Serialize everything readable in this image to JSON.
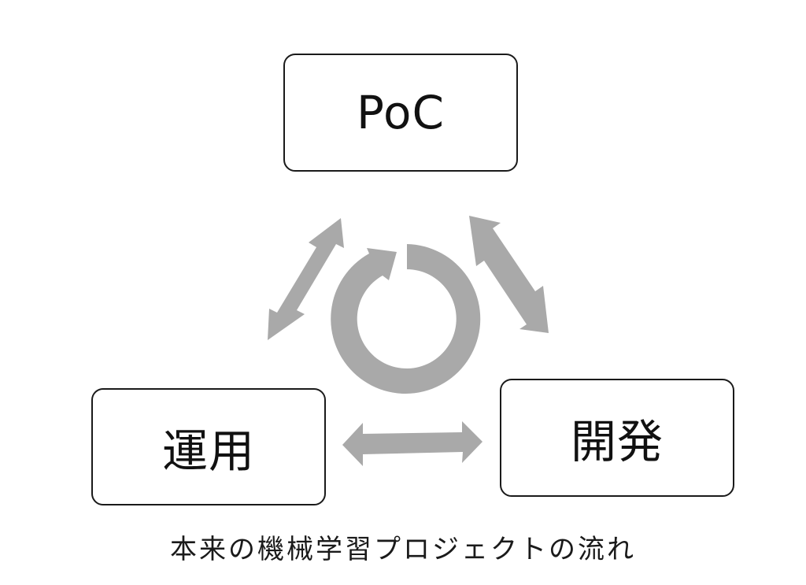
{
  "nodes": {
    "poc": "PoC",
    "operations": "運用",
    "development": "開発"
  },
  "caption": "本来の機械学習プロジェクトの流れ",
  "colors": {
    "arrow": "#a9a9a9",
    "border": "#1a1a1a",
    "text": "#111111"
  },
  "icons": {
    "cycle": "circular-arrow-icon",
    "link": "double-headed-arrow-icon"
  }
}
